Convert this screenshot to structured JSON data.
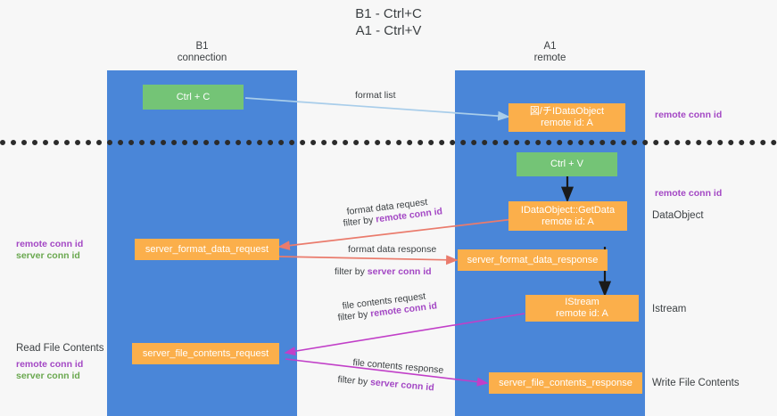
{
  "title": {
    "line1": "B1 - Ctrl+C",
    "line2": "A1 - Ctrl+V"
  },
  "lanes": [
    {
      "id": "b1",
      "name": "B1",
      "role": "connection",
      "color": "#4a86d8"
    },
    {
      "id": "a1",
      "name": "A1",
      "role": "remote",
      "color": "#4a86d8"
    }
  ],
  "colors": {
    "lane": "#4a86d8",
    "green_node": "#74c476",
    "orange_node": "#fbaf4b",
    "purple_text": "#a347c4",
    "green_text": "#6aa84f",
    "arrow_blue": "#a8cdea",
    "arrow_black": "#1a1a1a",
    "arrow_red": "#ea7b6c",
    "arrow_magenta": "#c13fc8",
    "background": "#f7f7f7",
    "separator": "#2b2b2b"
  },
  "nodes": [
    {
      "id": "ctrl-c",
      "lane": "b1",
      "style": "green",
      "line1": "Ctrl + C",
      "line2": ""
    },
    {
      "id": "idataobject",
      "lane": "a1",
      "style": "orange",
      "line1": "図/チIDataObject",
      "line2": "remote id: A"
    },
    {
      "id": "ctrl-v",
      "lane": "a1",
      "style": "green",
      "line1": "Ctrl + V",
      "line2": ""
    },
    {
      "id": "idataobject-getdata",
      "lane": "a1",
      "style": "orange",
      "line1": "IDataObject::GetData",
      "line2": "remote id: A"
    },
    {
      "id": "server-format-data-request",
      "lane": "b1",
      "style": "orange",
      "line1": "server_format_data_request",
      "line2": ""
    },
    {
      "id": "server-format-data-response",
      "lane": "a1",
      "style": "orange",
      "line1": "server_format_data_response",
      "line2": ""
    },
    {
      "id": "istream",
      "lane": "a1",
      "style": "orange",
      "line1": "IStream",
      "line2": "remote id: A"
    },
    {
      "id": "server-file-contents-request",
      "lane": "b1",
      "style": "orange",
      "line1": "server_file_contents_request",
      "line2": ""
    },
    {
      "id": "server-file-contents-response",
      "lane": "a1",
      "style": "orange",
      "line1": "server_file_contents_response",
      "line2": ""
    }
  ],
  "edge_labels": {
    "format_list": "format list",
    "format_data_request": "format data request",
    "format_data_response": "format data response",
    "file_contents_request": "file contents request",
    "file_contents_response": "file contents response",
    "filter_by": "filter by",
    "remote_conn_id": "remote conn id",
    "server_conn_id": "server conn id"
  },
  "side_labels": {
    "right_remote_conn_id_1": "remote conn id",
    "right_remote_conn_id_2": "remote conn id",
    "right_dataobject": "DataObject",
    "right_istream": "Istream",
    "right_write_file_contents": "Write File Contents",
    "left_read_file_contents": "Read File Contents",
    "left_remote_conn_id_1": "remote conn id",
    "left_server_conn_id_1": "server conn id",
    "left_remote_conn_id_2": "remote conn id",
    "left_server_conn_id_2": "server conn id"
  }
}
